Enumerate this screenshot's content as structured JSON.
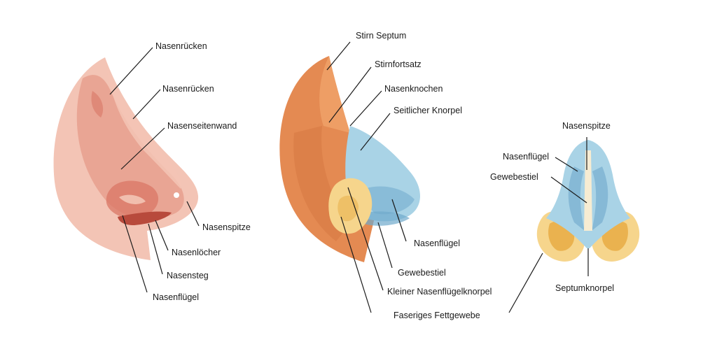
{
  "colors": {
    "skin_light": "#f3c4b5",
    "skin_mid": "#e9a594",
    "skin_dark": "#d97766",
    "nostril": "#b84a3c",
    "orange_light": "#f0a36a",
    "orange_mid": "#e48a52",
    "orange_dark": "#d2733d",
    "cartilage": "#a9d3e6",
    "cartilage_dark": "#6fa9cc",
    "fat": "#f6d58c",
    "fat_dark": "#eab24f",
    "line": "#1a1a1a"
  },
  "views": {
    "outer": {
      "labels": [
        "Nasenrücken",
        "Nasenrücken",
        "Nasenseitenwand",
        "Nasenspitze",
        "Nasenlöcher",
        "Nasensteg",
        "Nasenflügel"
      ]
    },
    "anatomy": {
      "labels": [
        "Stirn Septum",
        "Stirnfortsatz",
        "Nasenknochen",
        "Seitlicher Knorpel",
        "Nasenflügel",
        "Gewebestiel",
        "Kleiner Nasenflügelknorpel",
        "Faseriges Fettgewebe"
      ]
    },
    "bottom": {
      "labels": [
        "Nasenspitze",
        "Nasenflügel",
        "Gewebestiel",
        "Septumknorpel"
      ]
    }
  }
}
